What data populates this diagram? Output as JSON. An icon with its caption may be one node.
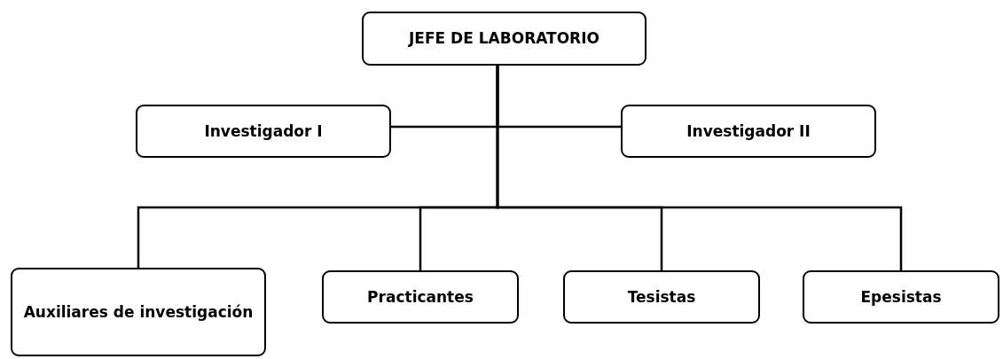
{
  "diagram": {
    "nodes": [
      {
        "text": [
          "JEFE DE LABORATORIO"
        ]
      },
      {
        "text": [
          "Investigador I"
        ]
      },
      {
        "text": [
          "Investigador II"
        ]
      },
      {
        "text": [
          "Auxiliares de investigación"
        ]
      },
      {
        "text": [
          "Practicantes"
        ]
      },
      {
        "text": [
          "Tesistas"
        ]
      },
      {
        "text": [
          "Epesistas"
        ]
      }
    ],
    "edges": [
      {
        "from": 0,
        "to": 1,
        "arrow": "none"
      },
      {
        "from": 0,
        "to": 2,
        "arrow": "none"
      },
      {
        "from": 0,
        "to": 3,
        "arrow": "none"
      },
      {
        "from": 0,
        "to": 4,
        "arrow": "none"
      },
      {
        "from": 0,
        "to": 5,
        "arrow": "none"
      },
      {
        "from": 0,
        "to": 6,
        "arrow": "none"
      }
    ]
  }
}
